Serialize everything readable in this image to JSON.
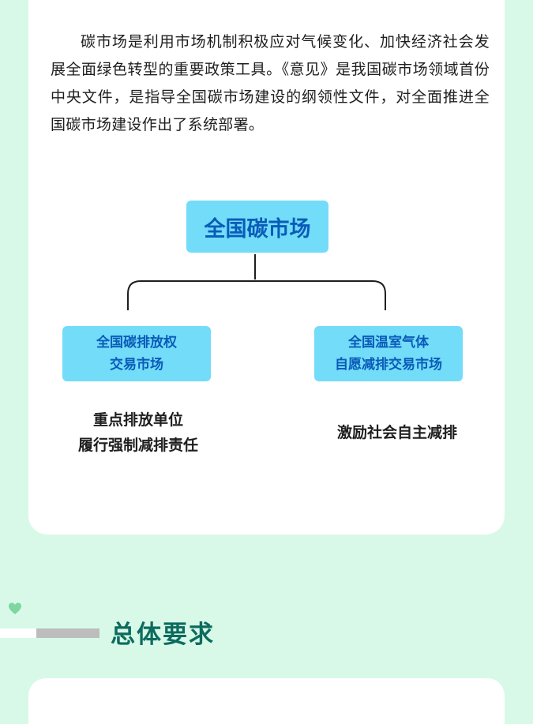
{
  "intro": {
    "text": "碳市场是利用市场机制积极应对气候变化、加快经济社会发展全面绿色转型的重要政策工具。《意见》是我国碳市场领域首份中央文件，是指导全国碳市场建设的纲领性文件，对全面推进全国碳市场建设作出了系统部署。"
  },
  "diagram": {
    "root": "全国碳市场",
    "left": {
      "line1": "全国碳排放权",
      "line2": "交易市场",
      "desc1": "重点排放单位",
      "desc2": "履行强制减排责任"
    },
    "right": {
      "line1": "全国温室气体",
      "line2": "自愿减排交易市场",
      "desc1": "激励社会自主减排"
    }
  },
  "section": {
    "title": "总体要求",
    "heart_icon": "heart-icon",
    "heart_color": "#7ed6a2"
  },
  "colors": {
    "background": "#d8f9e7",
    "box_fill": "#72dcf9",
    "box_text": "#0b5bb8",
    "heading": "#0c6b5f"
  }
}
